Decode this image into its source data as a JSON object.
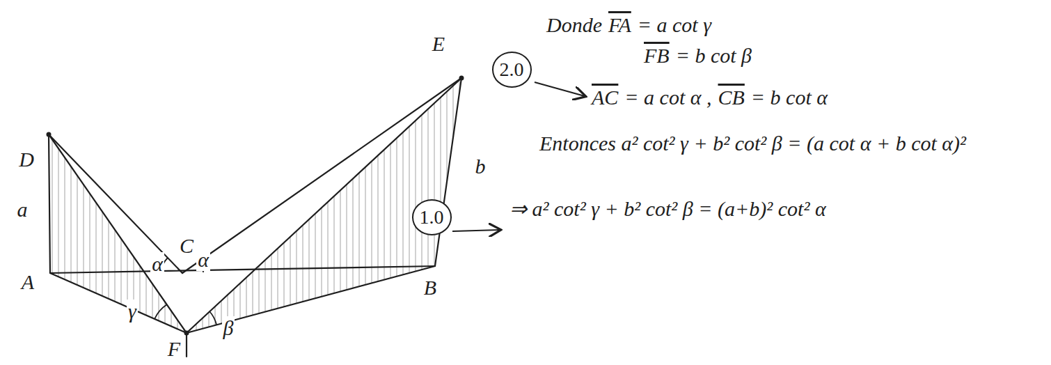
{
  "diagram": {
    "nodes": [
      {
        "text": [
          "2.0"
        ]
      },
      {
        "text": [
          "1.0"
        ]
      }
    ],
    "labels": [
      "Donde",
      "FA",
      "= a cot γ",
      "FB",
      "= b cot β",
      "AC",
      "= a cot α ,",
      "CB",
      "= b cot α",
      "Entonces a² cot² γ + b² cot² β = (a cot α + b cot α)²",
      "⇒ a² cot² γ + b² cot² β = (a+b)² cot² α",
      "D",
      "E",
      "a",
      "b",
      "C",
      "α",
      "α",
      "γ",
      "A",
      "B",
      "β",
      "F"
    ]
  }
}
